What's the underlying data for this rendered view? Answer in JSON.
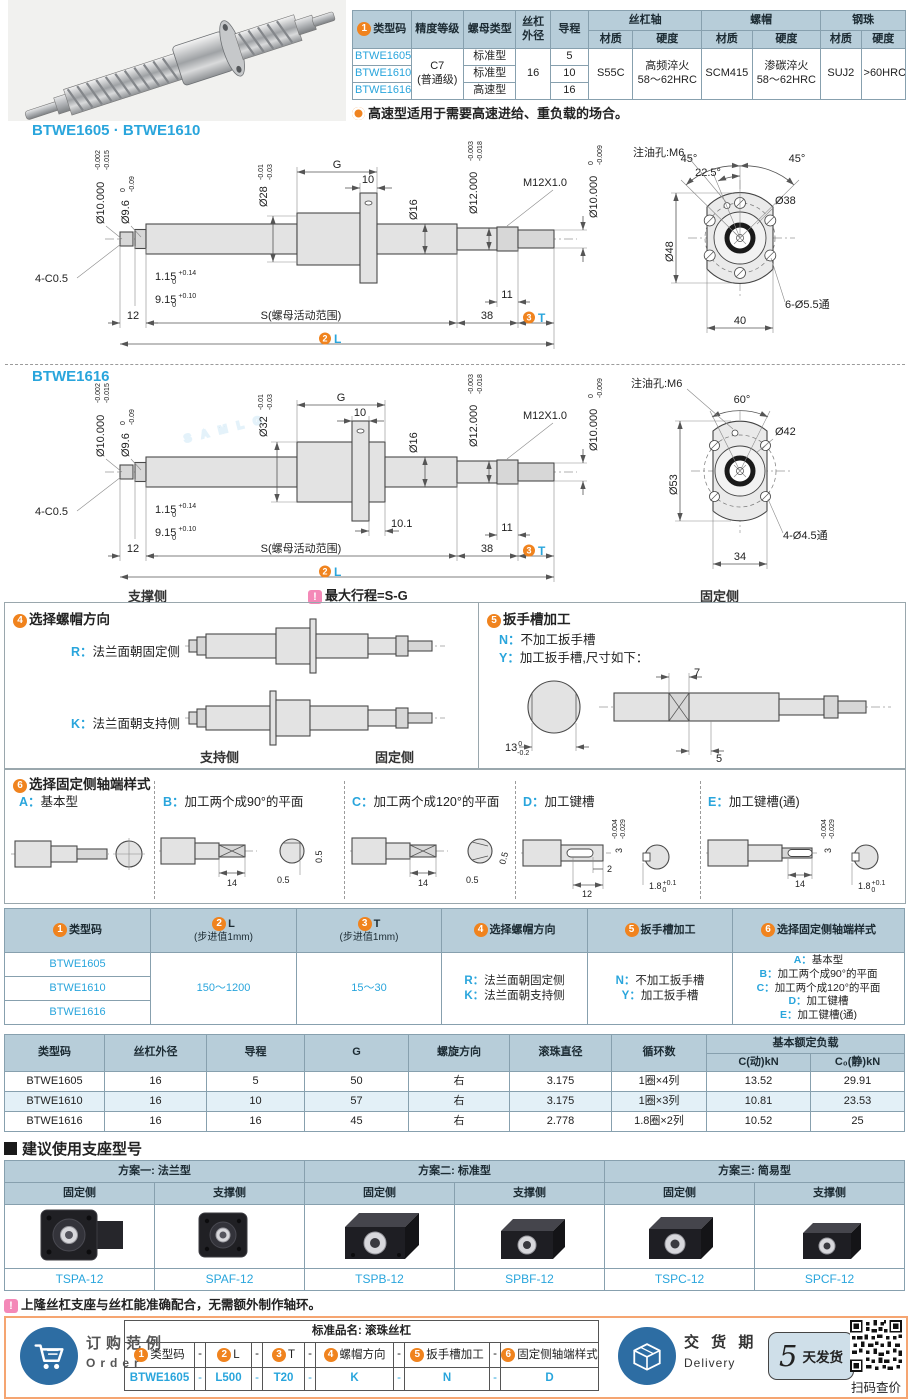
{
  "watermark": {
    "text": "SAMLG"
  },
  "product_table": {
    "h_type_num": "1",
    "h_type": "类型码",
    "h_acc": "精度等级",
    "h_nut_type": "螺母类型",
    "h_od": "丝杠外径",
    "h_lead": "导程",
    "h_shaft": "丝杠轴",
    "h_nut": "螺帽",
    "h_ball": "钢珠",
    "h_mat": "材质",
    "h_hard": "硬度",
    "codes": [
      "BTWE1605",
      "BTWE1610",
      "BTWE1616"
    ],
    "nut_types": [
      "标准型",
      "标准型",
      "高速型"
    ],
    "leads": [
      "5",
      "10",
      "16"
    ],
    "acc1": "C7",
    "acc2": "(普通级)",
    "od": "16",
    "shaft_mat": "S55C",
    "shaft_hard1": "高频淬火",
    "shaft_hard2": "58～62HRC",
    "nut_mat": "SCM415",
    "nut_hard1": "渗碳淬火",
    "nut_hard2": "58～62HRC",
    "ball_mat": "SUJ2",
    "ball_hard": ">60HRC"
  },
  "note_highspeed": "高速型适用于需要高速进给、重负载的场合。",
  "drawing1": {
    "title": "BTWE1605 · BTWE1610",
    "d10l": "Ø10.000",
    "d10l_u": "-0.002",
    "d10l_d": "-0.015",
    "d96": "Ø9.6",
    "d96_u": "0",
    "d96_d": "-0.09",
    "d28": "Ø28",
    "d28_u": "-0.01",
    "d28_d": "-0.03",
    "g": "G",
    "t10": "10",
    "d16": "Ø16",
    "d12": "Ø12.000",
    "d12_u": "-0.003",
    "d12_d": "-0.018",
    "m12": "M12X1.0",
    "d10r": "Ø10.000",
    "d10r_u": "0",
    "d10r_d": "-0.009",
    "c05": "4-C0.5",
    "n115": "1.15",
    "n115_u": "+0.14",
    "n115_d": "0",
    "n915": "9.15",
    "n915_u": "+0.10",
    "n915_d": "0",
    "n12": "12",
    "s_range": "S(螺母活动范围)",
    "n38": "38",
    "n11": "11",
    "t_label": "T",
    "t_num": "3",
    "l_label": "L",
    "l_num": "2",
    "oil": "注油孔:M6",
    "a45a": "45°",
    "a45b": "45°",
    "a225": "22.5°",
    "d48": "Ø48",
    "d38": "Ø38",
    "holes": "6-Ø5.5通",
    "n40": "40"
  },
  "drawing2": {
    "title": "BTWE1616",
    "d10l": "Ø10.000",
    "d10l_u": "-0.002",
    "d10l_d": "-0.015",
    "d96": "Ø9.6",
    "d96_u": "0",
    "d96_d": "-0.09",
    "d32": "Ø32",
    "d32_u": "-0.01",
    "d32_d": "-0.03",
    "g": "G",
    "t10": "10",
    "d16": "Ø16",
    "d12": "Ø12.000",
    "d12_u": "-0.003",
    "d12_d": "-0.018",
    "m12": "M12X1.0",
    "d10r": "Ø10.000",
    "d10r_u": "0",
    "d10r_d": "-0.009",
    "c05": "4-C0.5",
    "n115": "1.15",
    "n115_u": "+0.14",
    "n115_d": "0",
    "n915": "9.15",
    "n915_u": "+0.10",
    "n915_d": "0",
    "n12": "12",
    "s_range": "S(螺母活动范围)",
    "n101": "10.1",
    "n38": "38",
    "n11": "11",
    "t_label": "T",
    "t_num": "3",
    "l_label": "L",
    "l_num": "2",
    "oil": "注油孔:M6",
    "a60": "60°",
    "d53": "Ø53",
    "d42": "Ø42",
    "holes": "4-Ø4.5通",
    "n34": "34",
    "support_side": "支撑侧",
    "fixed_side": "固定侧",
    "stroke_note": "最大行程=S-G"
  },
  "section4": {
    "num": "4",
    "title": "选择螺帽方向",
    "r_key": "R：",
    "r_label": "法兰面朝固定侧",
    "k_key": "K：",
    "k_label": "法兰面朝支持侧",
    "left": "支持侧",
    "right": "固定侧"
  },
  "section5": {
    "num": "5",
    "title": "扳手槽加工",
    "n_key": "N：",
    "n_label": "不加工扳手槽",
    "y_key": "Y：",
    "y_label": "加工扳手槽,尺寸如下：",
    "n7": "7",
    "n5": "5",
    "n13": "13",
    "n13_u": "0",
    "n13_d": "-0.2"
  },
  "section6": {
    "num": "6",
    "title": "选择固定侧轴端样式",
    "a_key": "A：",
    "a_label": "基本型",
    "b_key": "B：",
    "b_label": "加工两个成90°的平面",
    "c_key": "C：",
    "c_label": "加工两个成120°的平面",
    "d_key": "D：",
    "d_label": "加工键槽",
    "e_key": "E：",
    "e_label": "加工键槽(通)",
    "b14": "14",
    "b05a": "0.5",
    "b05b": "0.5",
    "c14": "14",
    "c05a": "0.5",
    "c05b": "0.5",
    "d2": "2",
    "d12": "12",
    "d3": "3",
    "d3_u": "-0.004",
    "d3_d": "-0.029",
    "d18": "1.8",
    "d18_u": "+0.1",
    "d18_d": "0",
    "e14": "14",
    "e3": "3",
    "e3_u": "-0.004",
    "e3_d": "-0.029",
    "e18": "1.8",
    "e18_u": "+0.1",
    "e18_d": "0"
  },
  "order_table": {
    "h1_num": "1",
    "h1": "类型码",
    "h2_num": "2",
    "h2": "L",
    "h2b": "(步进值1mm)",
    "h3_num": "3",
    "h3": "T",
    "h3b": "(步进值1mm)",
    "h4_num": "4",
    "h4": "选择螺帽方向",
    "h5_num": "5",
    "h5": "扳手槽加工",
    "h6_num": "6",
    "h6": "选择固定侧轴端样式",
    "codes": [
      "BTWE1605",
      "BTWE1610",
      "BTWE1616"
    ],
    "l_range": "150～1200",
    "t_range": "15～30",
    "dir_r_key": "R：",
    "dir_r": "法兰面朝固定侧",
    "dir_k_key": "K：",
    "dir_k": "法兰面朝支持侧",
    "wr_n_key": "N：",
    "wr_n": "不加工扳手槽",
    "wr_y_key": "Y：",
    "wr_y": "加工扳手槽",
    "end_a_key": "A：",
    "end_a": "基本型",
    "end_b_key": "B：",
    "end_b": "加工两个成90°的平面",
    "end_c_key": "C：",
    "end_c": "加工两个成120°的平面",
    "end_d_key": "D：",
    "end_d": "加工键槽",
    "end_e_key": "E：",
    "end_e": "加工键槽(通)"
  },
  "spec_table": {
    "headers": [
      "类型码",
      "丝杠外径",
      "导程",
      "G",
      "螺旋方向",
      "滚珠直径",
      "循环数"
    ],
    "load_header": "基本额定负载",
    "load_c": "C(动)kN",
    "load_c0": "C₀(静)kN",
    "rows": [
      [
        "BTWE1605",
        "16",
        "5",
        "50",
        "右",
        "3.175",
        "1圈×4列",
        "13.52",
        "29.91"
      ],
      [
        "BTWE1610",
        "16",
        "10",
        "57",
        "右",
        "3.175",
        "1圈×3列",
        "10.81",
        "23.53"
      ],
      [
        "BTWE1616",
        "16",
        "16",
        "45",
        "右",
        "2.778",
        "1.8圈×2列",
        "10.52",
        "25"
      ]
    ]
  },
  "support": {
    "title": "建议使用支座型号",
    "plan1": "方案一: 法兰型",
    "plan2": "方案二: 标准型",
    "plan3": "方案三: 简易型",
    "fixed": "固定侧",
    "support_s": "支撑侧",
    "models": [
      "TSPA-12",
      "SPAF-12",
      "TSPB-12",
      "SPBF-12",
      "TSPC-12",
      "SPCF-12"
    ],
    "note": "上隆丝杠支座与丝杠能准确配合，无需额外制作轴环。"
  },
  "order_example": {
    "title_cn": "订购范例",
    "title_en": "Order",
    "product_name": "标准品名: 滚珠丝杠",
    "fields": [
      {
        "num": "1",
        "label": "类型码",
        "value": "BTWE1605"
      },
      {
        "num": "2",
        "label": "L",
        "value": "L500"
      },
      {
        "num": "3",
        "label": "T",
        "value": "T20"
      },
      {
        "num": "4",
        "label": "螺帽方向",
        "value": "K"
      },
      {
        "num": "5",
        "label": "扳手槽加工",
        "value": "N"
      },
      {
        "num": "6",
        "label": "固定侧轴端样式",
        "value": "D"
      }
    ],
    "dash": "-",
    "delivery_cn": "交 货 期",
    "delivery_en": "Delivery",
    "days": "5",
    "days_unit": "天发货",
    "qr_caption": "扫码查价"
  }
}
